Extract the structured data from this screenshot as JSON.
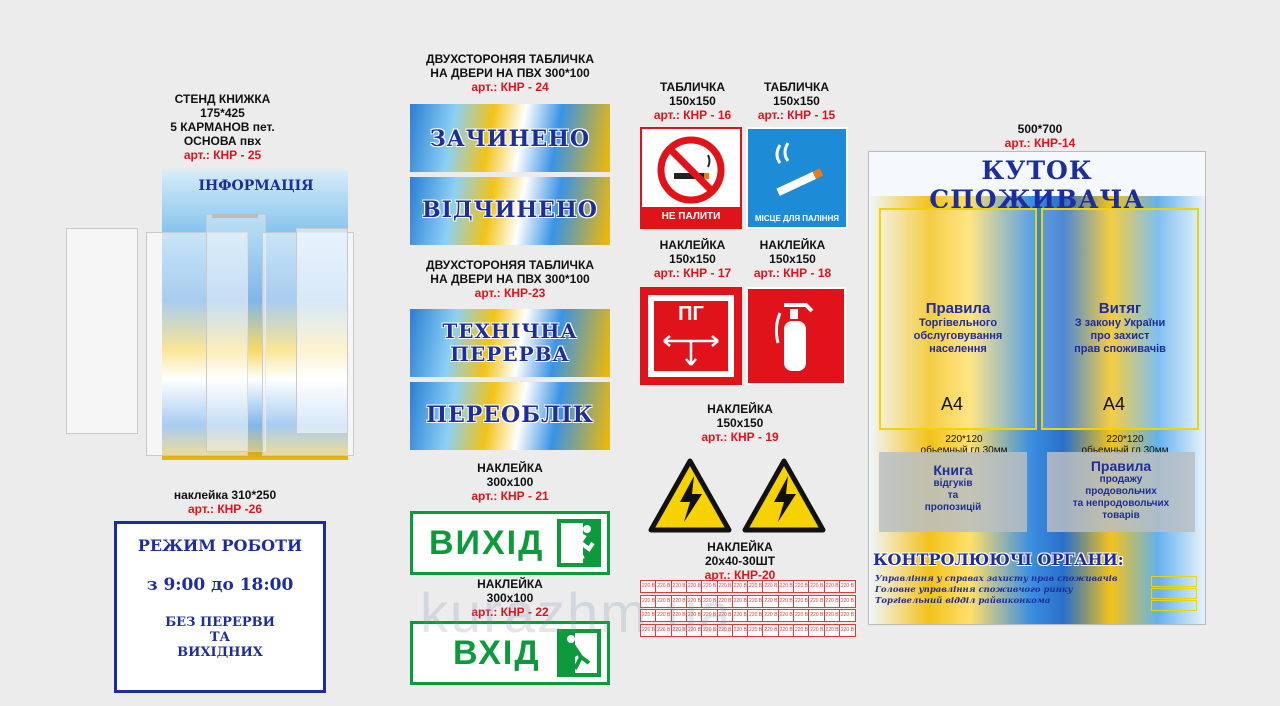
{
  "stand_book": {
    "caption": [
      "СТЕНД КНИЖКА",
      "175*425",
      "5 КАРМАНОВ пет.",
      "ОСНОВА пвх"
    ],
    "art": "арт.: КНР - 25",
    "header": "ІНФОРМАЦІЯ"
  },
  "work_hours": {
    "caption": "наклейка 310*250",
    "art": "арт.: КНР -26",
    "title": "РЕЖИМ РОБОТИ",
    "hours": "з 9:00 до 18:00",
    "note": [
      "БЕЗ ПЕРЕРВИ",
      "ТА",
      "ВИХІДНИХ"
    ]
  },
  "door_sign_24": {
    "caption": [
      "ДВУХСТОРОНЯЯ ТАБЛИЧКА",
      "НА ДВЕРИ НА ПВХ 300*100"
    ],
    "art": "арт.: КНР - 24",
    "side1": "ЗАЧИНЕНО",
    "side2": "ВІДЧИНЕНО"
  },
  "door_sign_23": {
    "caption": [
      "ДВУХСТОРОНЯЯ ТАБЛИЧКА",
      "НА ДВЕРИ НА ПВХ 300*100"
    ],
    "art": "арт.: КНР-23",
    "side1": [
      "ТЕХНІЧНА",
      "ПЕРЕРВА"
    ],
    "side2": "ПЕРЕОБЛІК"
  },
  "exit_sticker": {
    "caption": [
      "НАКЛЕЙКА",
      "300х100"
    ],
    "art": "арт.: КНР - 21",
    "text": "ВИХІД"
  },
  "entry_sticker": {
    "caption": [
      "НАКЛЕЙКА",
      "300х100"
    ],
    "art": "арт.: КНР - 22",
    "text": "ВХІД"
  },
  "plate_16": {
    "caption": [
      "ТАБЛИЧКА",
      "150х150"
    ],
    "art": "арт.: КНР - 16",
    "text": "НЕ ПАЛИТИ"
  },
  "plate_15": {
    "caption": [
      "ТАБЛИЧКА",
      "150х150"
    ],
    "art": "арт.: КНР - 15",
    "text": "МІСЦЕ ДЛЯ ПАЛІННЯ"
  },
  "sticker_17": {
    "caption": [
      "НАКЛЕЙКА",
      "150х150"
    ],
    "art": "арт.: КНР - 17",
    "text": "ПГ"
  },
  "sticker_18": {
    "caption": [
      "НАКЛЕЙКА",
      "150х150"
    ],
    "art": "арт.: КНР - 18"
  },
  "sticker_19": {
    "caption": [
      "НАКЛЕЙКА",
      "150х150"
    ],
    "art": "арт.: КНР - 19"
  },
  "sticker_20": {
    "caption": [
      "НАКЛЕЙКА",
      "20х40-30ШТ"
    ],
    "art": "арт.: КНР-20",
    "label": "220 В",
    "count": 56
  },
  "consumer_corner": {
    "caption": "500*700",
    "art": "арт.: КНР-14",
    "title": "КУТОК СПОЖИВАЧА",
    "left_pocket": {
      "title": "Правила",
      "lines": [
        "Торгівельного",
        "обслуговування",
        "населення"
      ],
      "size": "А4"
    },
    "right_pocket": {
      "title": "Витяг",
      "lines": [
        "З закону України",
        "про захист",
        "прав споживачів"
      ],
      "size": "А4"
    },
    "left_small": {
      "dims": [
        "220*120",
        "обьемный гл 30мм"
      ],
      "title": "Книга",
      "lines": [
        "відгуків",
        "та",
        "пропозицій"
      ]
    },
    "right_small": {
      "dims": [
        "220*120",
        "обьемный гл 30мм"
      ],
      "title": "Правила",
      "lines": [
        "продажу",
        "продовольчих",
        "та непродовольчих",
        "товарів"
      ]
    },
    "controls_title": "КОНТРОЛЮЮЧІ ОРГАНИ:",
    "controls": [
      "Управління у справах захисту прав споживачів",
      "Головне управління споживчого ринку",
      "Торгівельний відділ райвиконкома"
    ]
  },
  "watermark": "kurazhm.ua",
  "colors": {
    "accent_red": "#e0131b",
    "navy": "#1d2d9c",
    "exit_green": "#0d9a3c",
    "background": "#ececec"
  }
}
